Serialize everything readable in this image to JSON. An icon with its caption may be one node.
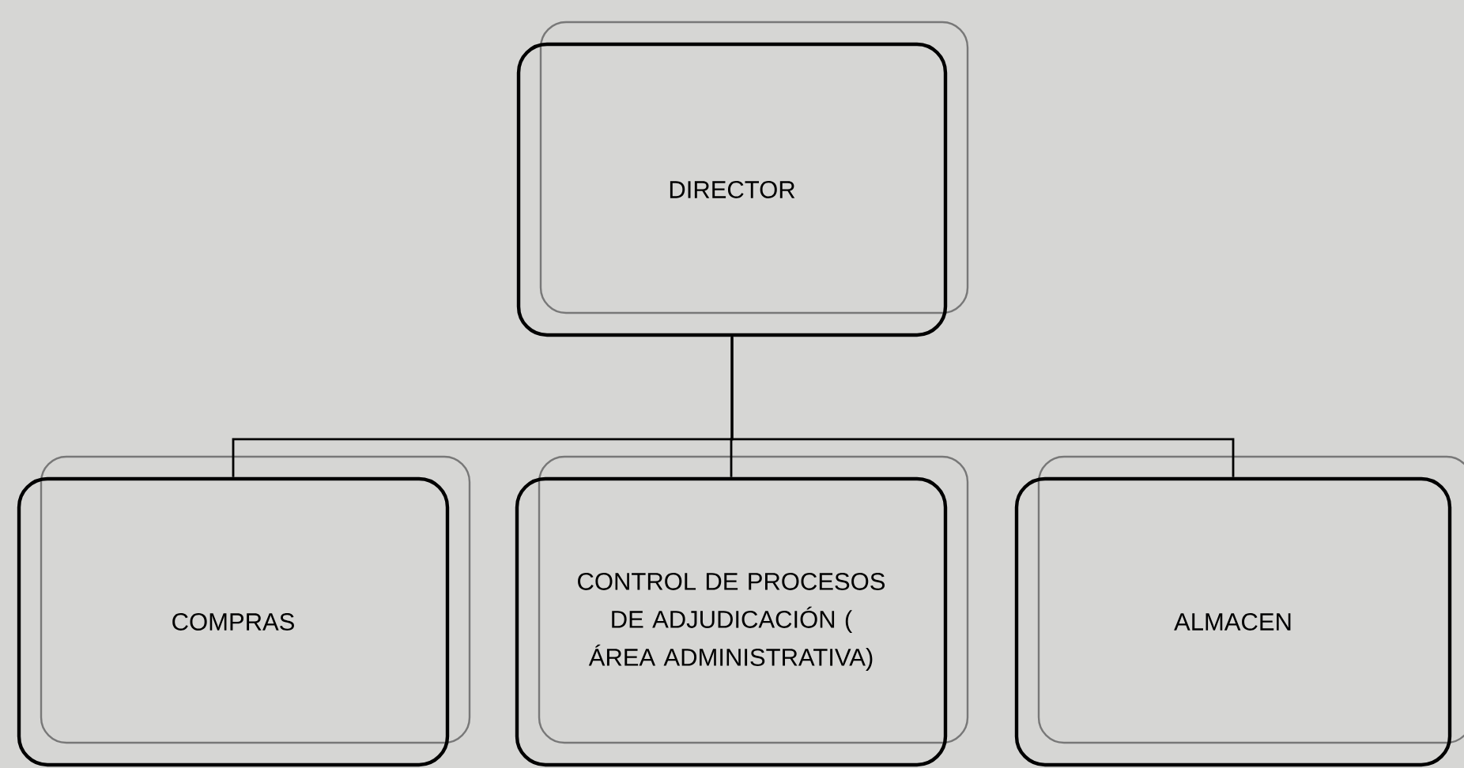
{
  "diagram": {
    "nodes": [
      {
        "text": [
          "DIRECTOR"
        ]
      },
      {
        "text": [
          "COMPRAS"
        ]
      },
      {
        "text": [
          "CONTROL DE PROCESOS DE ADJUDICACIÓN ( ÁREA ADMINISTRATIVA)"
        ]
      },
      {
        "text": [
          "ALMACEN"
        ]
      }
    ],
    "edges": [
      {
        "from": 0,
        "to": 1,
        "arrow": "none"
      },
      {
        "from": 0,
        "to": 2,
        "arrow": "none"
      },
      {
        "from": 0,
        "to": 3,
        "arrow": "none"
      }
    ]
  }
}
